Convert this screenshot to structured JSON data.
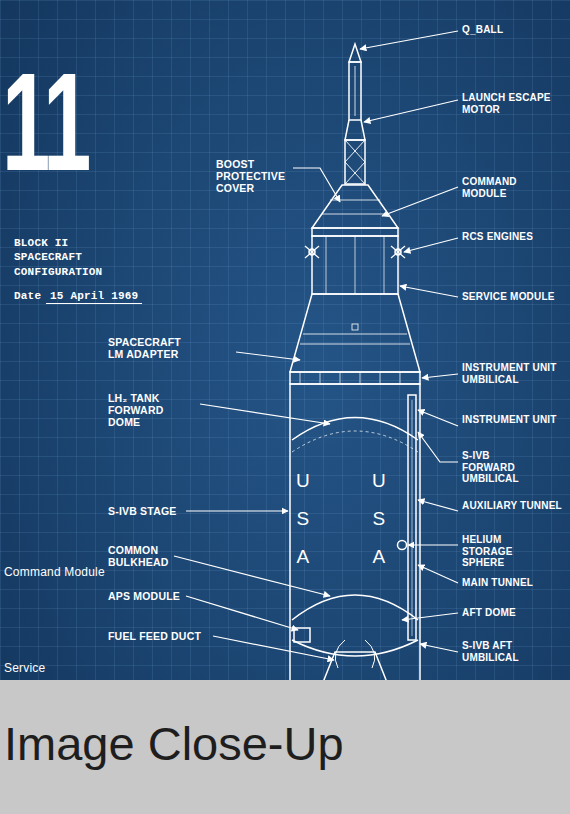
{
  "diagram": {
    "nodes": [
      {
        "text": [
          "Image Close-Up"
        ]
      }
    ],
    "labels": [
      "11",
      "BLOCK II SPACECRAFT CONFIGURATION",
      "Date",
      "15 April 1969",
      "Q_BALL",
      "LAUNCH ESCAPE MOTOR",
      "BOOST PROTECTIVE COVER",
      "COMMAND MODULE",
      "RCS ENGINES",
      "SERVICE MODULE",
      "SPACECRAFT LM ADAPTER",
      "INSTRUMENT UNIT UMBILICAL",
      "INSTRUMENT UNIT",
      "LH₂ TANK FORWARD DOME",
      "S-IVB FORWARD UMBILICAL",
      "S-IVB STAGE",
      "U",
      "S",
      "A",
      "U",
      "S",
      "A",
      "AUXILIARY TUNNEL",
      "HELIUM STORAGE SPHERE",
      "COMMON BULKHEAD",
      "Command Module",
      "MAIN TUNNEL",
      "APS MODULE",
      "AFT DOME",
      "FUEL FEED DUCT",
      "S-IVB AFT UMBILICAL",
      "Service"
    ]
  }
}
